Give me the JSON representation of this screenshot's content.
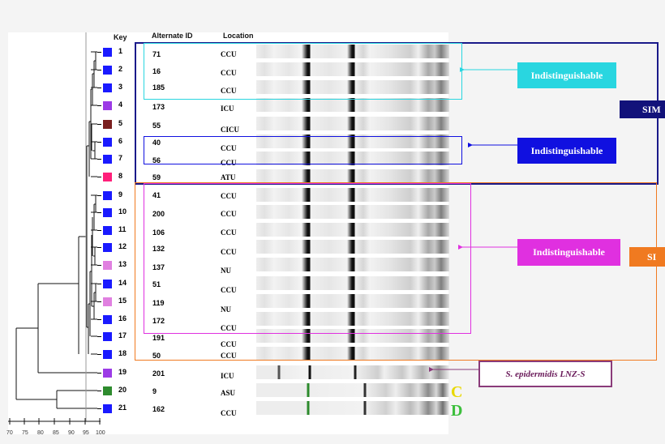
{
  "headers": {
    "key": "Key",
    "alt_id": "Alternate ID",
    "location": "Location"
  },
  "rows": [
    {
      "num": "1",
      "id": "71",
      "loc": "CCU",
      "color": "#1a1aff"
    },
    {
      "num": "2",
      "id": "16",
      "loc": "CCU",
      "color": "#1a1aff"
    },
    {
      "num": "3",
      "id": "185",
      "loc": "CCU",
      "color": "#1a1aff"
    },
    {
      "num": "4",
      "id": "173",
      "loc": "ICU",
      "color": "#9c3be6"
    },
    {
      "num": "5",
      "id": "55",
      "loc": "CICU",
      "color": "#7a1f1f"
    },
    {
      "num": "6",
      "id": "40",
      "loc": "CCU",
      "color": "#1a1aff"
    },
    {
      "num": "7",
      "id": "56",
      "loc": "CCU",
      "color": "#1a1aff"
    },
    {
      "num": "8",
      "id": "59",
      "loc": "ATU",
      "color": "#ff1f7a"
    },
    {
      "num": "9",
      "id": "41",
      "loc": "CCU",
      "color": "#1a1aff"
    },
    {
      "num": "10",
      "id": "200",
      "loc": "CCU",
      "color": "#1a1aff"
    },
    {
      "num": "11",
      "id": "106",
      "loc": "CCU",
      "color": "#1a1aff"
    },
    {
      "num": "12",
      "id": "132",
      "loc": "CCU",
      "color": "#1a1aff"
    },
    {
      "num": "13",
      "id": "137",
      "loc": "NU",
      "color": "#e080e0"
    },
    {
      "num": "14",
      "id": "51",
      "loc": "CCU",
      "color": "#1a1aff"
    },
    {
      "num": "15",
      "id": "119",
      "loc": "NU",
      "color": "#e080e0"
    },
    {
      "num": "16",
      "id": "172",
      "loc": "CCU",
      "color": "#1a1aff"
    },
    {
      "num": "17",
      "id": "191",
      "loc": "CCU",
      "color": "#1a1aff"
    },
    {
      "num": "18",
      "id": "50",
      "loc": "CCU",
      "color": "#1a1aff"
    },
    {
      "num": "19",
      "id": "201",
      "loc": "ICU",
      "color": "#9c3be6"
    },
    {
      "num": "20",
      "id": "9",
      "loc": "ASU",
      "color": "#2e8b2e"
    },
    {
      "num": "21",
      "id": "162",
      "loc": "CCU",
      "color": "#1a1aff"
    }
  ],
  "callouts": {
    "top": "Indistinguishable",
    "mid": "Indistinguishable",
    "lower": "Indistinguishable",
    "note": "S. epidermidis LNZ-S",
    "tag_top": "SIM",
    "tag_mid": "SI",
    "letter_c": "C",
    "letter_d": "D"
  },
  "scale": [
    "70",
    "75",
    "80",
    "85",
    "90",
    "95",
    "100"
  ],
  "colors": {
    "navy": "#1a1a8a",
    "cyan": "#29d6e0",
    "blue": "#1010e0",
    "magenta": "#e030e0",
    "orange": "#f07a20",
    "c": "#e8d800",
    "d": "#3cbf3c"
  }
}
